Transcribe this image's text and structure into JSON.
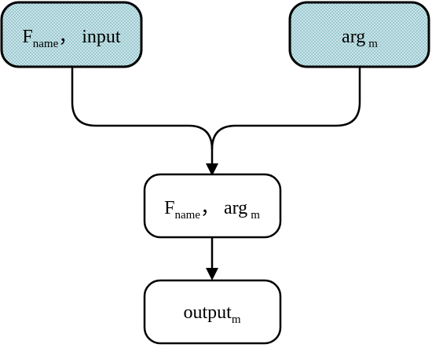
{
  "nodes": {
    "input_node": {
      "main": "F",
      "sub": "name",
      "after": "，  input"
    },
    "arg_node": {
      "main": "arg",
      "sub": "m"
    },
    "merge_node": {
      "main": "F",
      "sub": "name",
      "after": "，  arg",
      "sub2": "m"
    },
    "output_node": {
      "main": "output",
      "sub": "m"
    }
  },
  "colors": {
    "stroke": "#000000",
    "fill_input": "#c9e6ea",
    "dot": "#5a9aa6",
    "fill_process": "#ffffff"
  }
}
